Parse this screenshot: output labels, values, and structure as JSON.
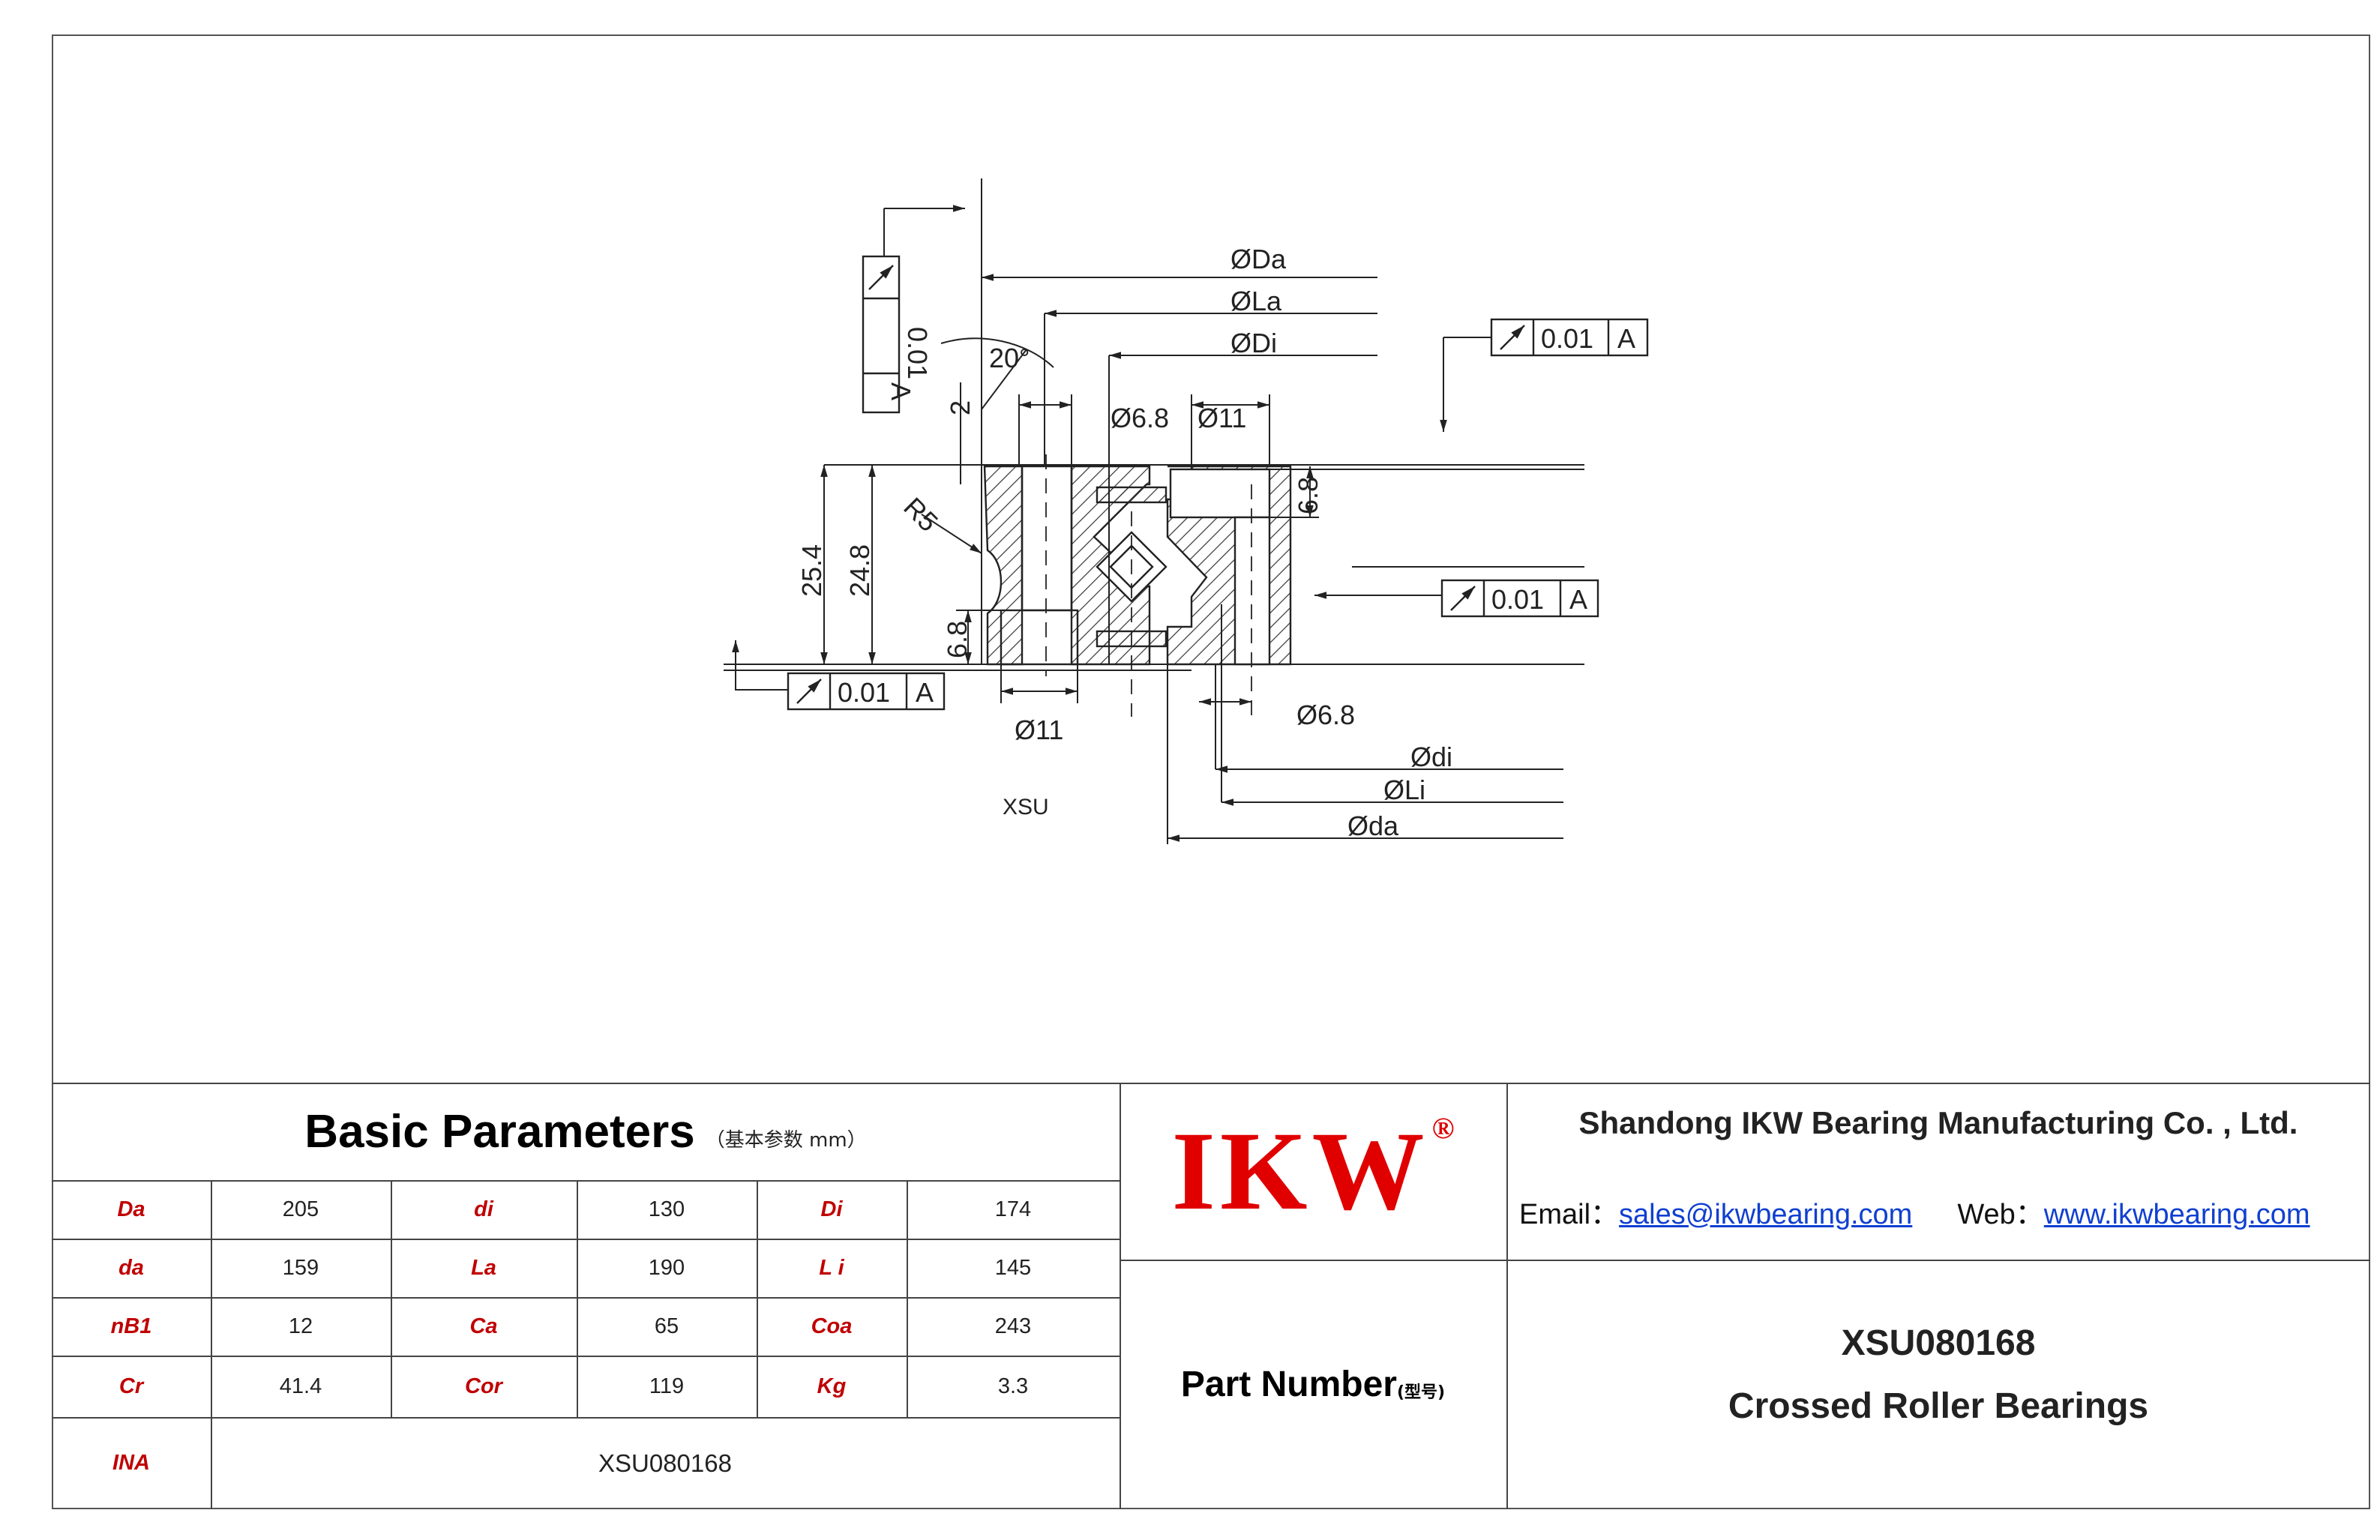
{
  "drawing": {
    "dims": {
      "Da": "ØDa",
      "La": "ØLa",
      "Di": "ØDi",
      "di": "Ødi",
      "Li": "ØLi",
      "da": "Øda",
      "hole_top_small": "Ø6.8",
      "hole_top_large": "Ø11",
      "hole_bottom_large": "Ø11",
      "hole_bottom_small": "Ø6.8",
      "angle": "20°",
      "chamfer": "2",
      "radius": "R5",
      "height_total": "25.4",
      "height_inner": "24.8",
      "counterbore_top": "6.8",
      "counterbore_bottom": "6.8"
    },
    "tolerance_value": "0.01",
    "datum": "A",
    "caption": "XSU"
  },
  "basic_parameters": {
    "title": "Basic Parameters",
    "subtitle": "（基本参数 mm）",
    "rows": [
      [
        {
          "label": "Da",
          "value": "205"
        },
        {
          "label": "di",
          "value": "130"
        },
        {
          "label": "Di",
          "value": "174"
        }
      ],
      [
        {
          "label": "da",
          "value": "159"
        },
        {
          "label": "La",
          "value": "190"
        },
        {
          "label": "L i",
          "value": "145"
        }
      ],
      [
        {
          "label": "nB1",
          "value": "12"
        },
        {
          "label": "Ca",
          "value": "65"
        },
        {
          "label": "Coa",
          "value": "243"
        }
      ],
      [
        {
          "label": "Cr",
          "value": "41.4"
        },
        {
          "label": "Cor",
          "value": "119"
        },
        {
          "label": "Kg",
          "value": "3.3"
        }
      ]
    ],
    "ina_label": "INA",
    "ina_value": "XSU080168"
  },
  "logo": {
    "text": "IKW",
    "reg": "®"
  },
  "company": {
    "name": "Shandong IKW Bearing Manufacturing Co. , Ltd.",
    "email_label": "Email：",
    "email": "sales@ikwbearing.com",
    "web_label": "Web：",
    "web": "www.ikwbearing.com"
  },
  "part": {
    "label": "Part Number",
    "label_sub": "(型号)",
    "number": "XSU080168",
    "type": "Crossed Roller Bearings"
  }
}
